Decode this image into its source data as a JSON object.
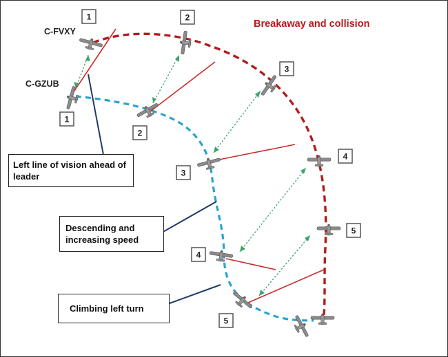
{
  "title": "Breakaway and collision",
  "aircraft": {
    "leader": "C-FVXY",
    "follower": "C-GZUB"
  },
  "positions": [
    "1",
    "2",
    "3",
    "4",
    "5"
  ],
  "callouts": {
    "line_of_vision": "Left line of vision ahead of leader",
    "descending": "Descending and increasing speed",
    "climbing": "Climbing left turn"
  },
  "colors": {
    "leader_path": "#b01d1d",
    "follower_path": "#2aa3d0",
    "sight_line": "#cc2a2a",
    "separation": "#3aa56a",
    "callout_line": "#1f3a66"
  }
}
